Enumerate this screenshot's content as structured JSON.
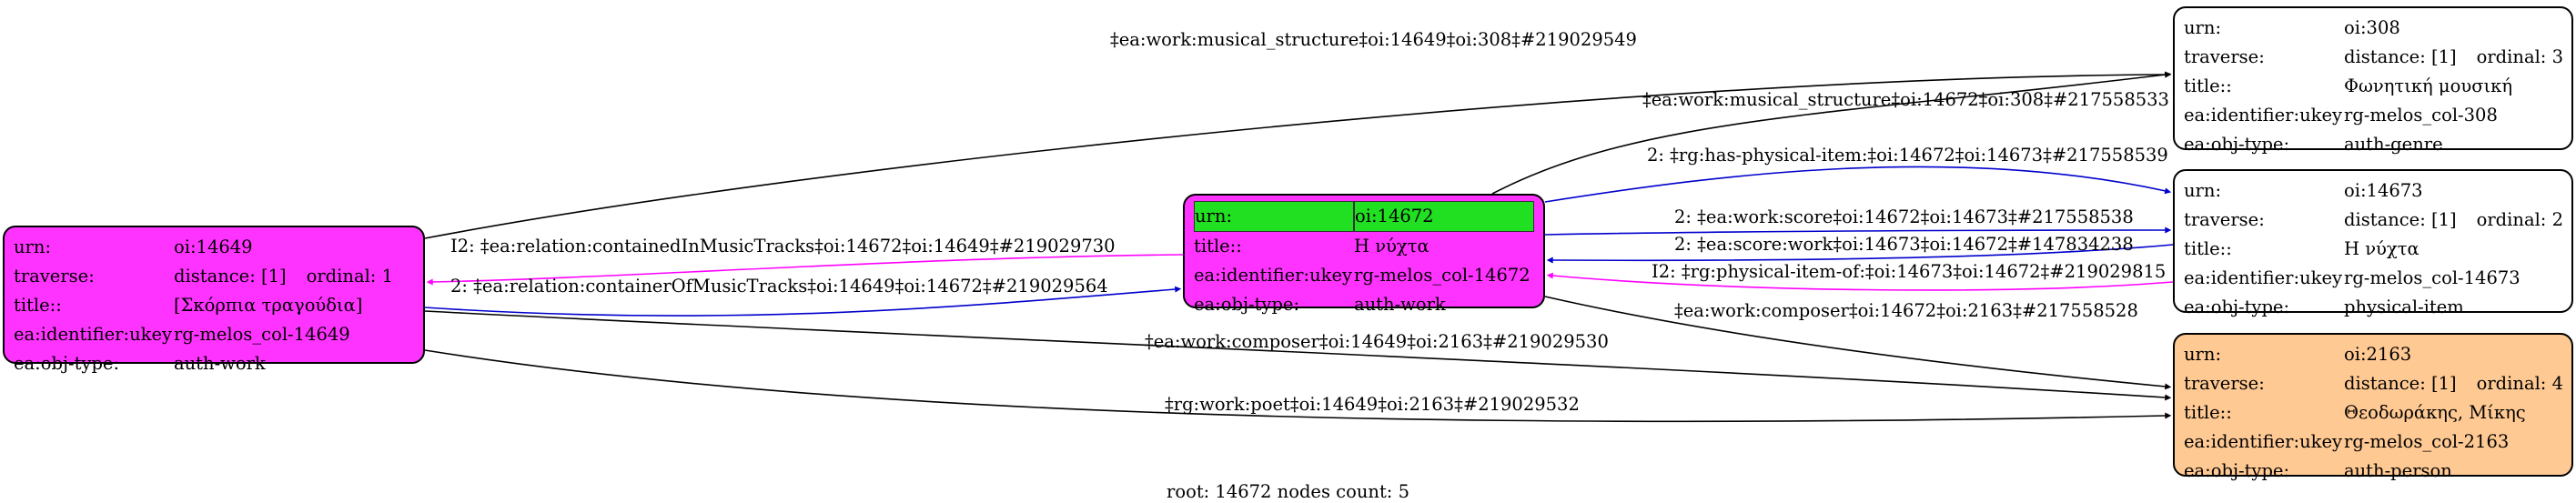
{
  "colors": {
    "root_node": "#ff33ff",
    "peer_node": "#ffffff",
    "person_node": "#ffc993",
    "highlight": "#21e021",
    "edge_black": "#000000",
    "edge_blue": "#0000cc",
    "edge_magenta": "#ff00ff"
  },
  "nodes": [
    {
      "id": "n14649",
      "fill": "root_node",
      "fields": [
        {
          "key": "urn:",
          "value": "oi:14649"
        },
        {
          "key": "traverse:",
          "value": "distance: [1]",
          "extra": "ordinal: 1"
        },
        {
          "key": "title::",
          "value": "[Σκόρπια τραγούδια]"
        },
        {
          "key": "ea:identifier:ukey",
          "value": "rg-melos_col-14649"
        },
        {
          "key": "ea:obj-type:",
          "value": "auth-work"
        }
      ]
    },
    {
      "id": "n14672",
      "fill": "root_node",
      "fields": [
        {
          "key": "urn:",
          "value": "oi:14672",
          "highlight": true
        },
        {
          "key": "title::",
          "value": "Η νύχτα"
        },
        {
          "key": "ea:identifier:ukey",
          "value": "rg-melos_col-14672"
        },
        {
          "key": "ea:obj-type:",
          "value": "auth-work"
        }
      ]
    },
    {
      "id": "n308",
      "fill": "peer_node",
      "fields": [
        {
          "key": "urn:",
          "value": "oi:308"
        },
        {
          "key": "traverse:",
          "value": "distance: [1]",
          "extra": "ordinal: 3"
        },
        {
          "key": "title::",
          "value": "Φωνητική μουσική"
        },
        {
          "key": "ea:identifier:ukey",
          "value": "rg-melos_col-308"
        },
        {
          "key": "ea:obj-type:",
          "value": "auth-genre"
        }
      ]
    },
    {
      "id": "n14673",
      "fill": "peer_node",
      "fields": [
        {
          "key": "urn:",
          "value": "oi:14673"
        },
        {
          "key": "traverse:",
          "value": "distance: [1]",
          "extra": "ordinal: 2"
        },
        {
          "key": "title::",
          "value": "Η νύχτα"
        },
        {
          "key": "ea:identifier:ukey",
          "value": "rg-melos_col-14673"
        },
        {
          "key": "ea:obj-type:",
          "value": "physical-item"
        }
      ]
    },
    {
      "id": "n2163",
      "fill": "person_node",
      "fields": [
        {
          "key": "urn:",
          "value": "oi:2163"
        },
        {
          "key": "traverse:",
          "value": "distance: [1]",
          "extra": "ordinal: 4"
        },
        {
          "key": "title::",
          "value": "Θεοδωράκης, Μίκης"
        },
        {
          "key": "ea:identifier:ukey",
          "value": "rg-melos_col-2163"
        },
        {
          "key": "ea:obj-type:",
          "value": "auth-person"
        }
      ]
    }
  ],
  "edges": [
    {
      "id": "e1",
      "from": "n14649",
      "to": "n308",
      "color": "edge_black",
      "label": "‡ea:work:musical_structure‡oi:14649‡oi:308‡#219029549"
    },
    {
      "id": "e2",
      "from": "n14672",
      "to": "n308",
      "color": "edge_black",
      "label": "‡ea:work:musical_structure‡oi:14672‡oi:308‡#217558533"
    },
    {
      "id": "e3",
      "from": "n14672",
      "to": "n14673",
      "color": "edge_blue",
      "label": "2: ‡rg:has-physical-item:‡oi:14672‡oi:14673‡#217558539"
    },
    {
      "id": "e4",
      "from": "n14672",
      "to": "n14673",
      "color": "edge_blue",
      "label": "2: ‡ea:work:score‡oi:14672‡oi:14673‡#217558538"
    },
    {
      "id": "e5",
      "from": "n14673",
      "to": "n14672",
      "color": "edge_blue",
      "label": "2: ‡ea:score:work‡oi:14673‡oi:14672‡#147834238"
    },
    {
      "id": "e6",
      "from": "n14673",
      "to": "n14672",
      "color": "edge_magenta",
      "label": "I2: ‡rg:physical-item-of:‡oi:14673‡oi:14672‡#219029815"
    },
    {
      "id": "e7",
      "from": "n14672",
      "to": "n2163",
      "color": "edge_black",
      "label": "‡ea:work:composer‡oi:14672‡oi:2163‡#217558528"
    },
    {
      "id": "e8",
      "from": "n14672",
      "to": "n14649",
      "color": "edge_magenta",
      "label": "I2: ‡ea:relation:containedInMusicTracks‡oi:14672‡oi:14649‡#219029730"
    },
    {
      "id": "e9",
      "from": "n14649",
      "to": "n14672",
      "color": "edge_blue",
      "label": "2: ‡ea:relation:containerOfMusicTracks‡oi:14649‡oi:14672‡#219029564"
    },
    {
      "id": "e10",
      "from": "n14649",
      "to": "n2163",
      "color": "edge_black",
      "label": "‡ea:work:composer‡oi:14649‡oi:2163‡#219029530"
    },
    {
      "id": "e11",
      "from": "n14649",
      "to": "n2163",
      "color": "edge_black",
      "label": "‡rg:work:poet‡oi:14649‡oi:2163‡#219029532"
    }
  ],
  "footer": "root: 14672 nodes count: 5"
}
